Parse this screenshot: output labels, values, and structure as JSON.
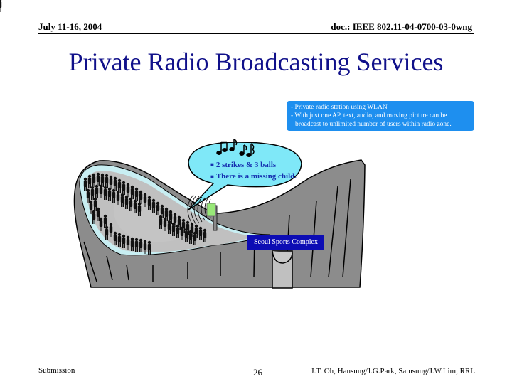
{
  "header": {
    "date": "July 11-16, 2004",
    "doc_id": "doc.: IEEE 802.11-04-0700-03-0wng"
  },
  "slide": {
    "title": "Private Radio Broadcasting Services",
    "info_box": {
      "lines": [
        "- Private radio station using WLAN",
        "- With just one AP, text, audio, and moving picture can be",
        "broadcast to unlimited number of users within radio zone."
      ],
      "color": "#1e8fef"
    },
    "speech_bubble": {
      "items": [
        "2 strikes & 3 balls",
        "There is a missing child."
      ],
      "fill_color": "#7fe8f8",
      "text_color": "#1530b0"
    },
    "venue_label": "Seoul Sports Complex",
    "icons": {
      "music_notes": "music-notes-icon",
      "access_point": "access-point-icon",
      "radio_waves": "radio-waves-icon",
      "stadium": "stadium-illustration",
      "crowd": "crowd-illustration"
    }
  },
  "footer": {
    "left": "Submission",
    "page_number": "26",
    "authors": "J.T. Oh, Hansung/J.G.Park, Samsung/J.W.Lim, RRL"
  }
}
